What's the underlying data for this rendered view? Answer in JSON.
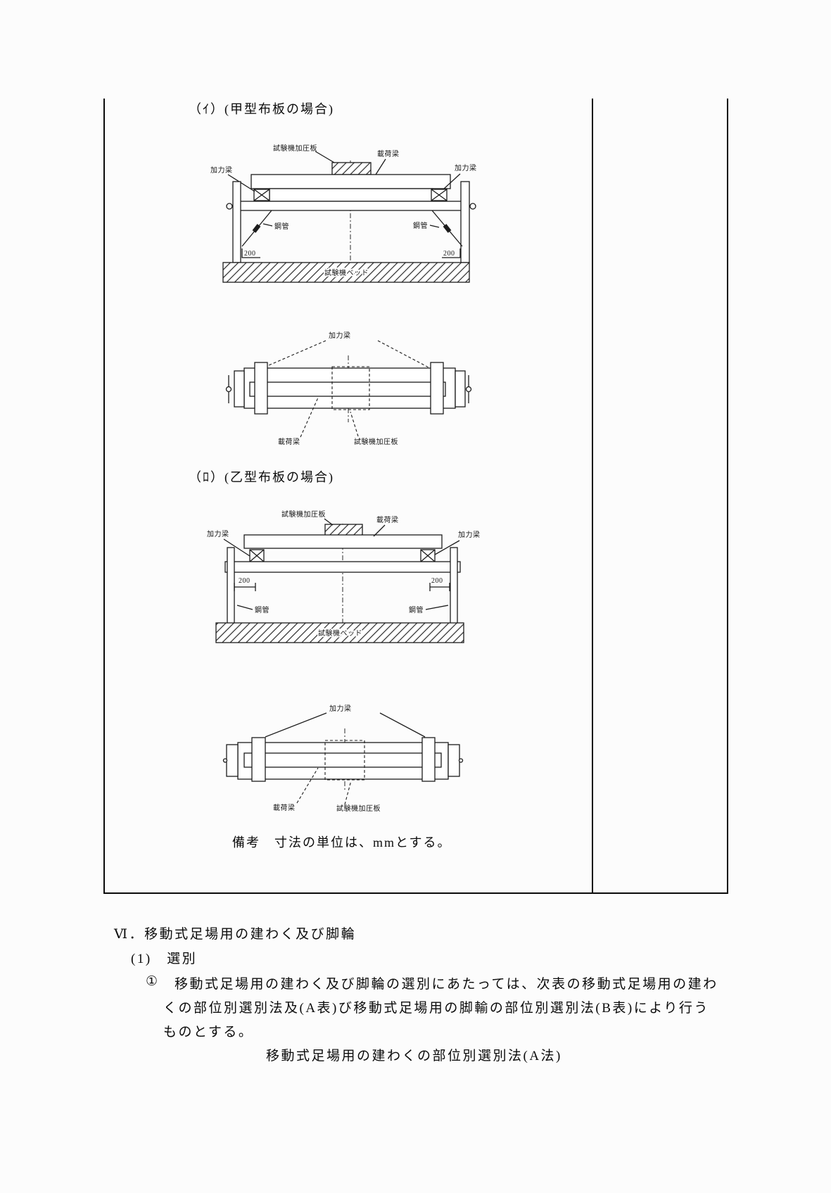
{
  "table": {
    "section_a_heading": "（ｲ）(甲型布板の場合)",
    "section_b_heading": "（ﾛ）(乙型布板の場合)",
    "note": "備考　寸法の単位は、mmとする。"
  },
  "diagram_labels": {
    "pressure_plate": "試験機加圧板",
    "load_beam": "載荷梁",
    "force_beam": "加力梁",
    "steel_pipe": "鋼管",
    "test_bed": "試験機ベッド",
    "dim_200": "200"
  },
  "body": {
    "section_heading": "Ⅵ．移動式足場用の建わく及び脚輪",
    "item_heading": "(1)　選別",
    "para_marker": "①",
    "para_line1": "移動式足場用の建わく及び脚輪の選別にあたっては、次表の移動式足場用の建わ",
    "para_line2": "くの部位別選別法及(A表)び移動式足場用の脚輸の部位別選別法(B表)により行う",
    "para_line3": "ものとする。",
    "table_caption": "移動式足場用の建わくの部位別選別法(A法)"
  }
}
